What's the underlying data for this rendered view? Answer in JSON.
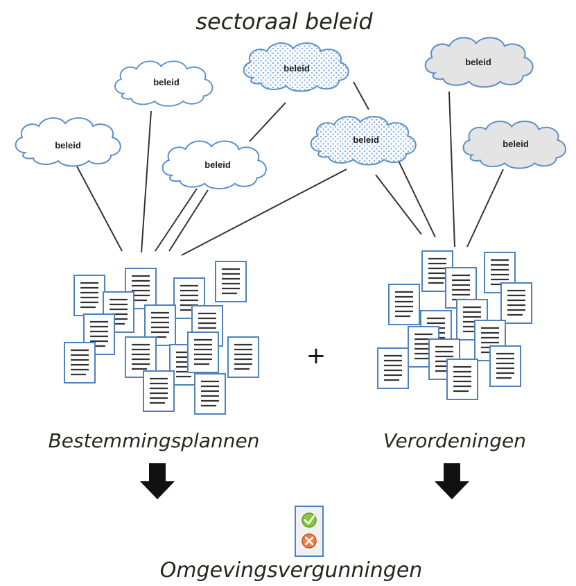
{
  "title": "sectoraal beleid",
  "clouds": [
    {
      "label": "beleid",
      "style": "plain"
    },
    {
      "label": "beleid",
      "style": "plain"
    },
    {
      "label": "beleid",
      "style": "dotted"
    },
    {
      "label": "beleid",
      "style": "plain"
    },
    {
      "label": "beleid",
      "style": "dotted"
    },
    {
      "label": "beleid",
      "style": "grey"
    },
    {
      "label": "beleid",
      "style": "grey"
    }
  ],
  "operator": "+",
  "groups": {
    "left": {
      "label": "Bestemmingsplannen"
    },
    "right": {
      "label": "Verordeningen"
    }
  },
  "result": {
    "label": "Omgevingsvergunningen",
    "approve_icon": "check-icon",
    "reject_icon": "cross-icon"
  },
  "colors": {
    "cloud_stroke": "#5b8ec9",
    "doc_stroke": "#4f81bd",
    "dot_fill": "#7fa7d6",
    "grey_fill": "#e4e4e4"
  }
}
